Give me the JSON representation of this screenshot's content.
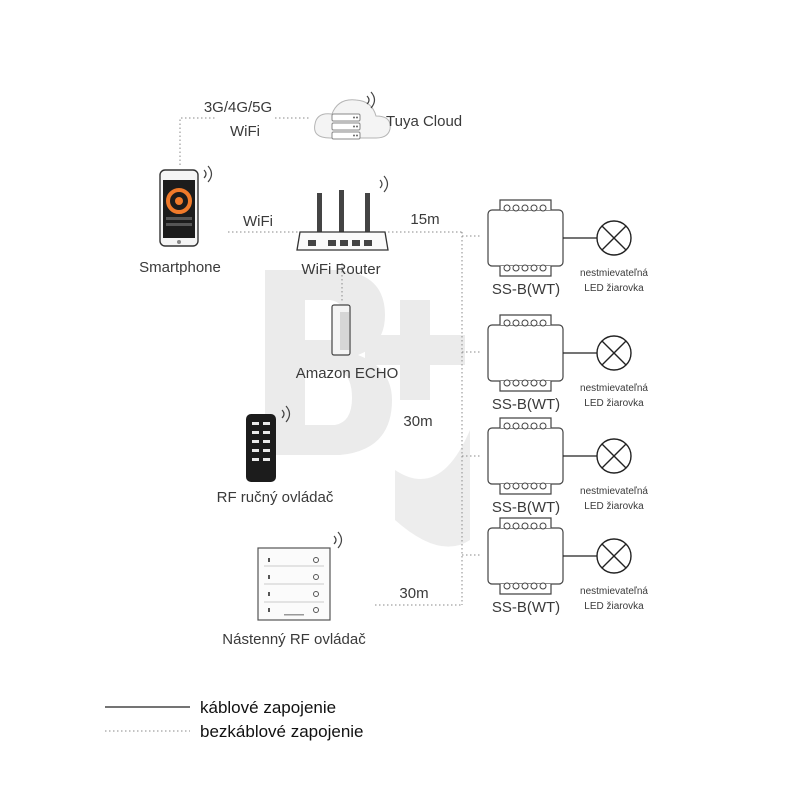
{
  "labels": {
    "network": "3G/4G/5G",
    "wifi_top": "WiFi",
    "cloud": "Tuya Cloud",
    "smartphone": "Smartphone",
    "wifi_mid": "WiFi",
    "router": "WiFi Router",
    "echo": "Amazon ECHO",
    "remote": "RF ručný ovládač",
    "wall": "Nástenný RF ovládač",
    "dist_15m": "15m",
    "dist_30m_a": "30m",
    "dist_30m_b": "30m"
  },
  "modules": [
    {
      "name": "SS-B(WT)",
      "lamp_line1": "nestmievateľná",
      "lamp_line2": "LED žiarovka"
    },
    {
      "name": "SS-B(WT)",
      "lamp_line1": "nestmievateľná",
      "lamp_line2": "LED žiarovka"
    },
    {
      "name": "SS-B(WT)",
      "lamp_line1": "nestmievateľná",
      "lamp_line2": "LED žiarovka"
    },
    {
      "name": "SS-B(WT)",
      "lamp_line1": "nestmievateľná",
      "lamp_line2": "LED žiarovka"
    }
  ],
  "legend": {
    "wired": "káblové zapojenie",
    "wireless": "bezkáblové zapojenie"
  },
  "colors": {
    "accent": "#f07a2a",
    "watermark": "#e9e9e9"
  }
}
